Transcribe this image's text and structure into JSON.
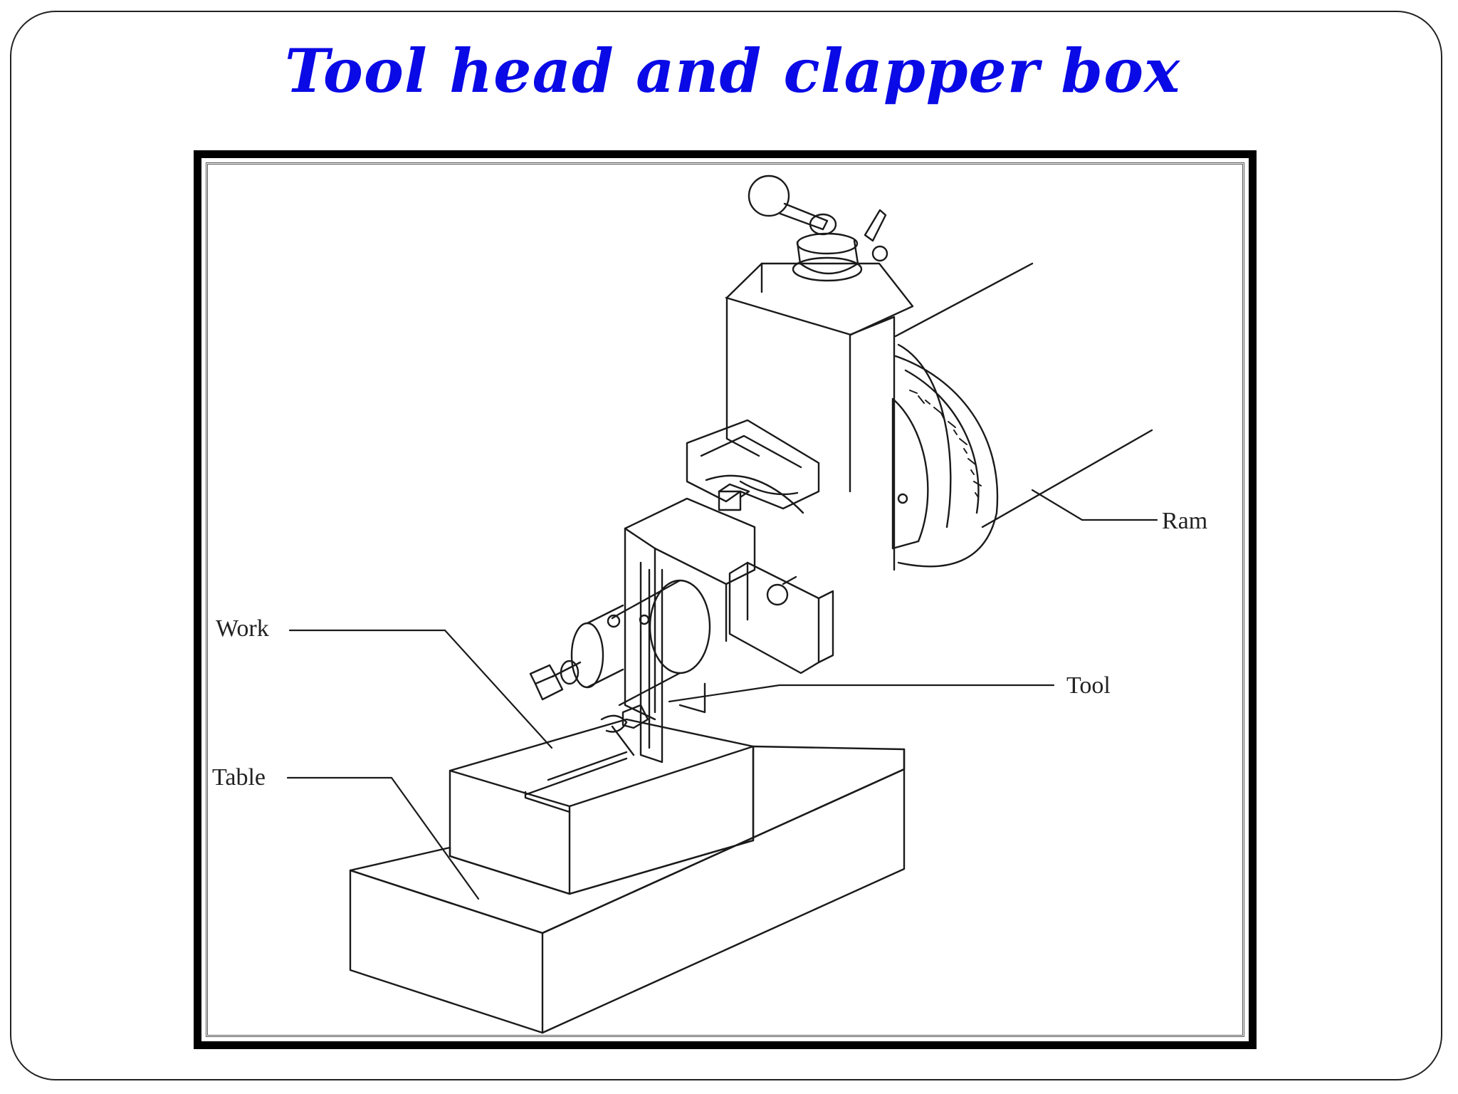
{
  "slide": {
    "title": "Tool head and clapper box"
  },
  "diagram": {
    "labels": {
      "ram": "Ram",
      "work": "Work",
      "tool": "Tool",
      "table": "Table"
    }
  }
}
